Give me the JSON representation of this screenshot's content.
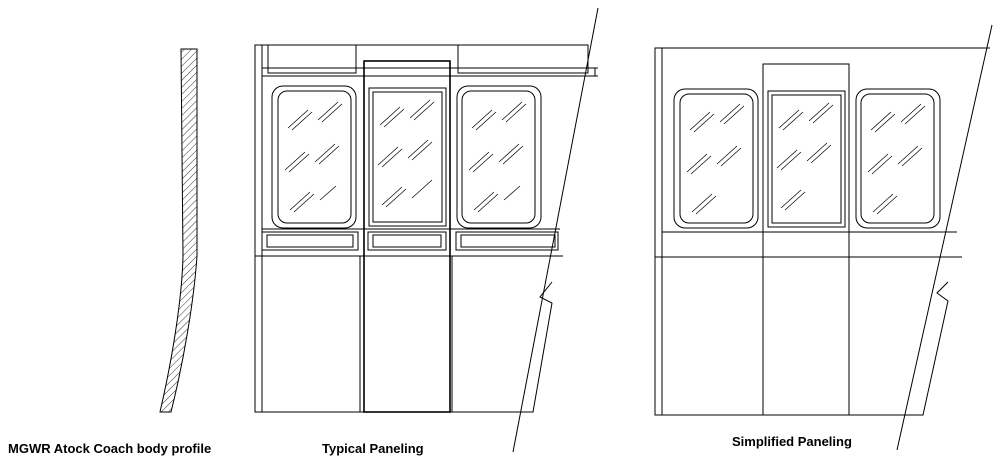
{
  "captions": {
    "profile": "MGWR Atock Coach body profile",
    "typical": "Typical Paneling",
    "simplified": "Simplified Paneling"
  },
  "colors": {
    "line": "#000000",
    "background": "#ffffff"
  }
}
